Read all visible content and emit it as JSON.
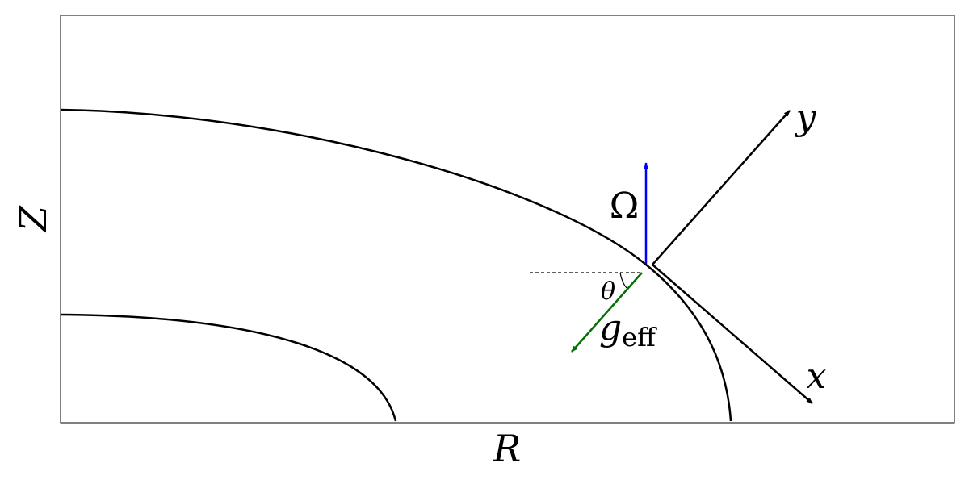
{
  "labels": {
    "x_axis": "R",
    "y_axis": "Z",
    "rotation_vector": "Ω",
    "theta": "θ",
    "gravity_main": "g",
    "gravity_sub": "eff",
    "local_x": "x",
    "local_y": "y"
  },
  "colors": {
    "frame": "#000000",
    "surfaces": "#000000",
    "rotation_arrow": "#0000ff",
    "gravity_arrow": "#007000",
    "local_axes": "#000000",
    "reference_line": "#000000"
  }
}
